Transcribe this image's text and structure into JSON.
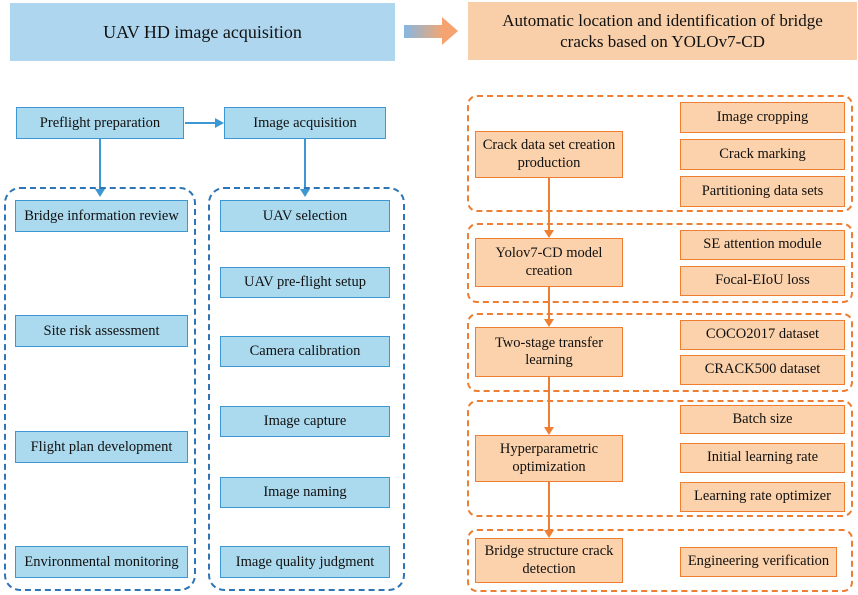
{
  "colors": {
    "blue_fill": "#abd9ee",
    "blue_border": "#3d97d2",
    "blue_dashed": "#2e75b6",
    "blue_header_fill": "#aed7ef",
    "orange_fill": "#fbd2ab",
    "orange_border": "#ee7e32",
    "orange_header_fill": "#f8cfa9",
    "text": "#111111"
  },
  "left": {
    "header": "UAV HD image acquisition",
    "flow": {
      "preflight": "Preflight preparation",
      "acquisition": "Image acquisition"
    },
    "col1": [
      "Bridge information review",
      "Site risk assessment",
      "Flight plan development",
      "Environmental monitoring"
    ],
    "col2": [
      "UAV selection",
      "UAV pre-flight setup",
      "Camera calibration",
      "Image capture",
      "Image naming",
      "Image quality judgment"
    ]
  },
  "right": {
    "header": "Automatic location and identification of bridge cracks based on YOLOv7-CD",
    "groups": [
      {
        "main": "Crack data set creation production",
        "subs": [
          "Image cropping",
          "Crack marking",
          "Partitioning data sets"
        ]
      },
      {
        "main": "Yolov7-CD model creation",
        "subs": [
          "SE attention module",
          "Focal-EIoU loss"
        ]
      },
      {
        "main": "Two-stage transfer learning",
        "subs": [
          "COCO2017 dataset",
          "CRACK500 dataset"
        ]
      },
      {
        "main": "Hyperparametric optimization",
        "subs": [
          "Batch size",
          "Initial learning rate",
          "Learning rate optimizer"
        ]
      },
      {
        "main": "Bridge structure crack detection",
        "subs": [
          "Engineering verification"
        ]
      }
    ]
  }
}
